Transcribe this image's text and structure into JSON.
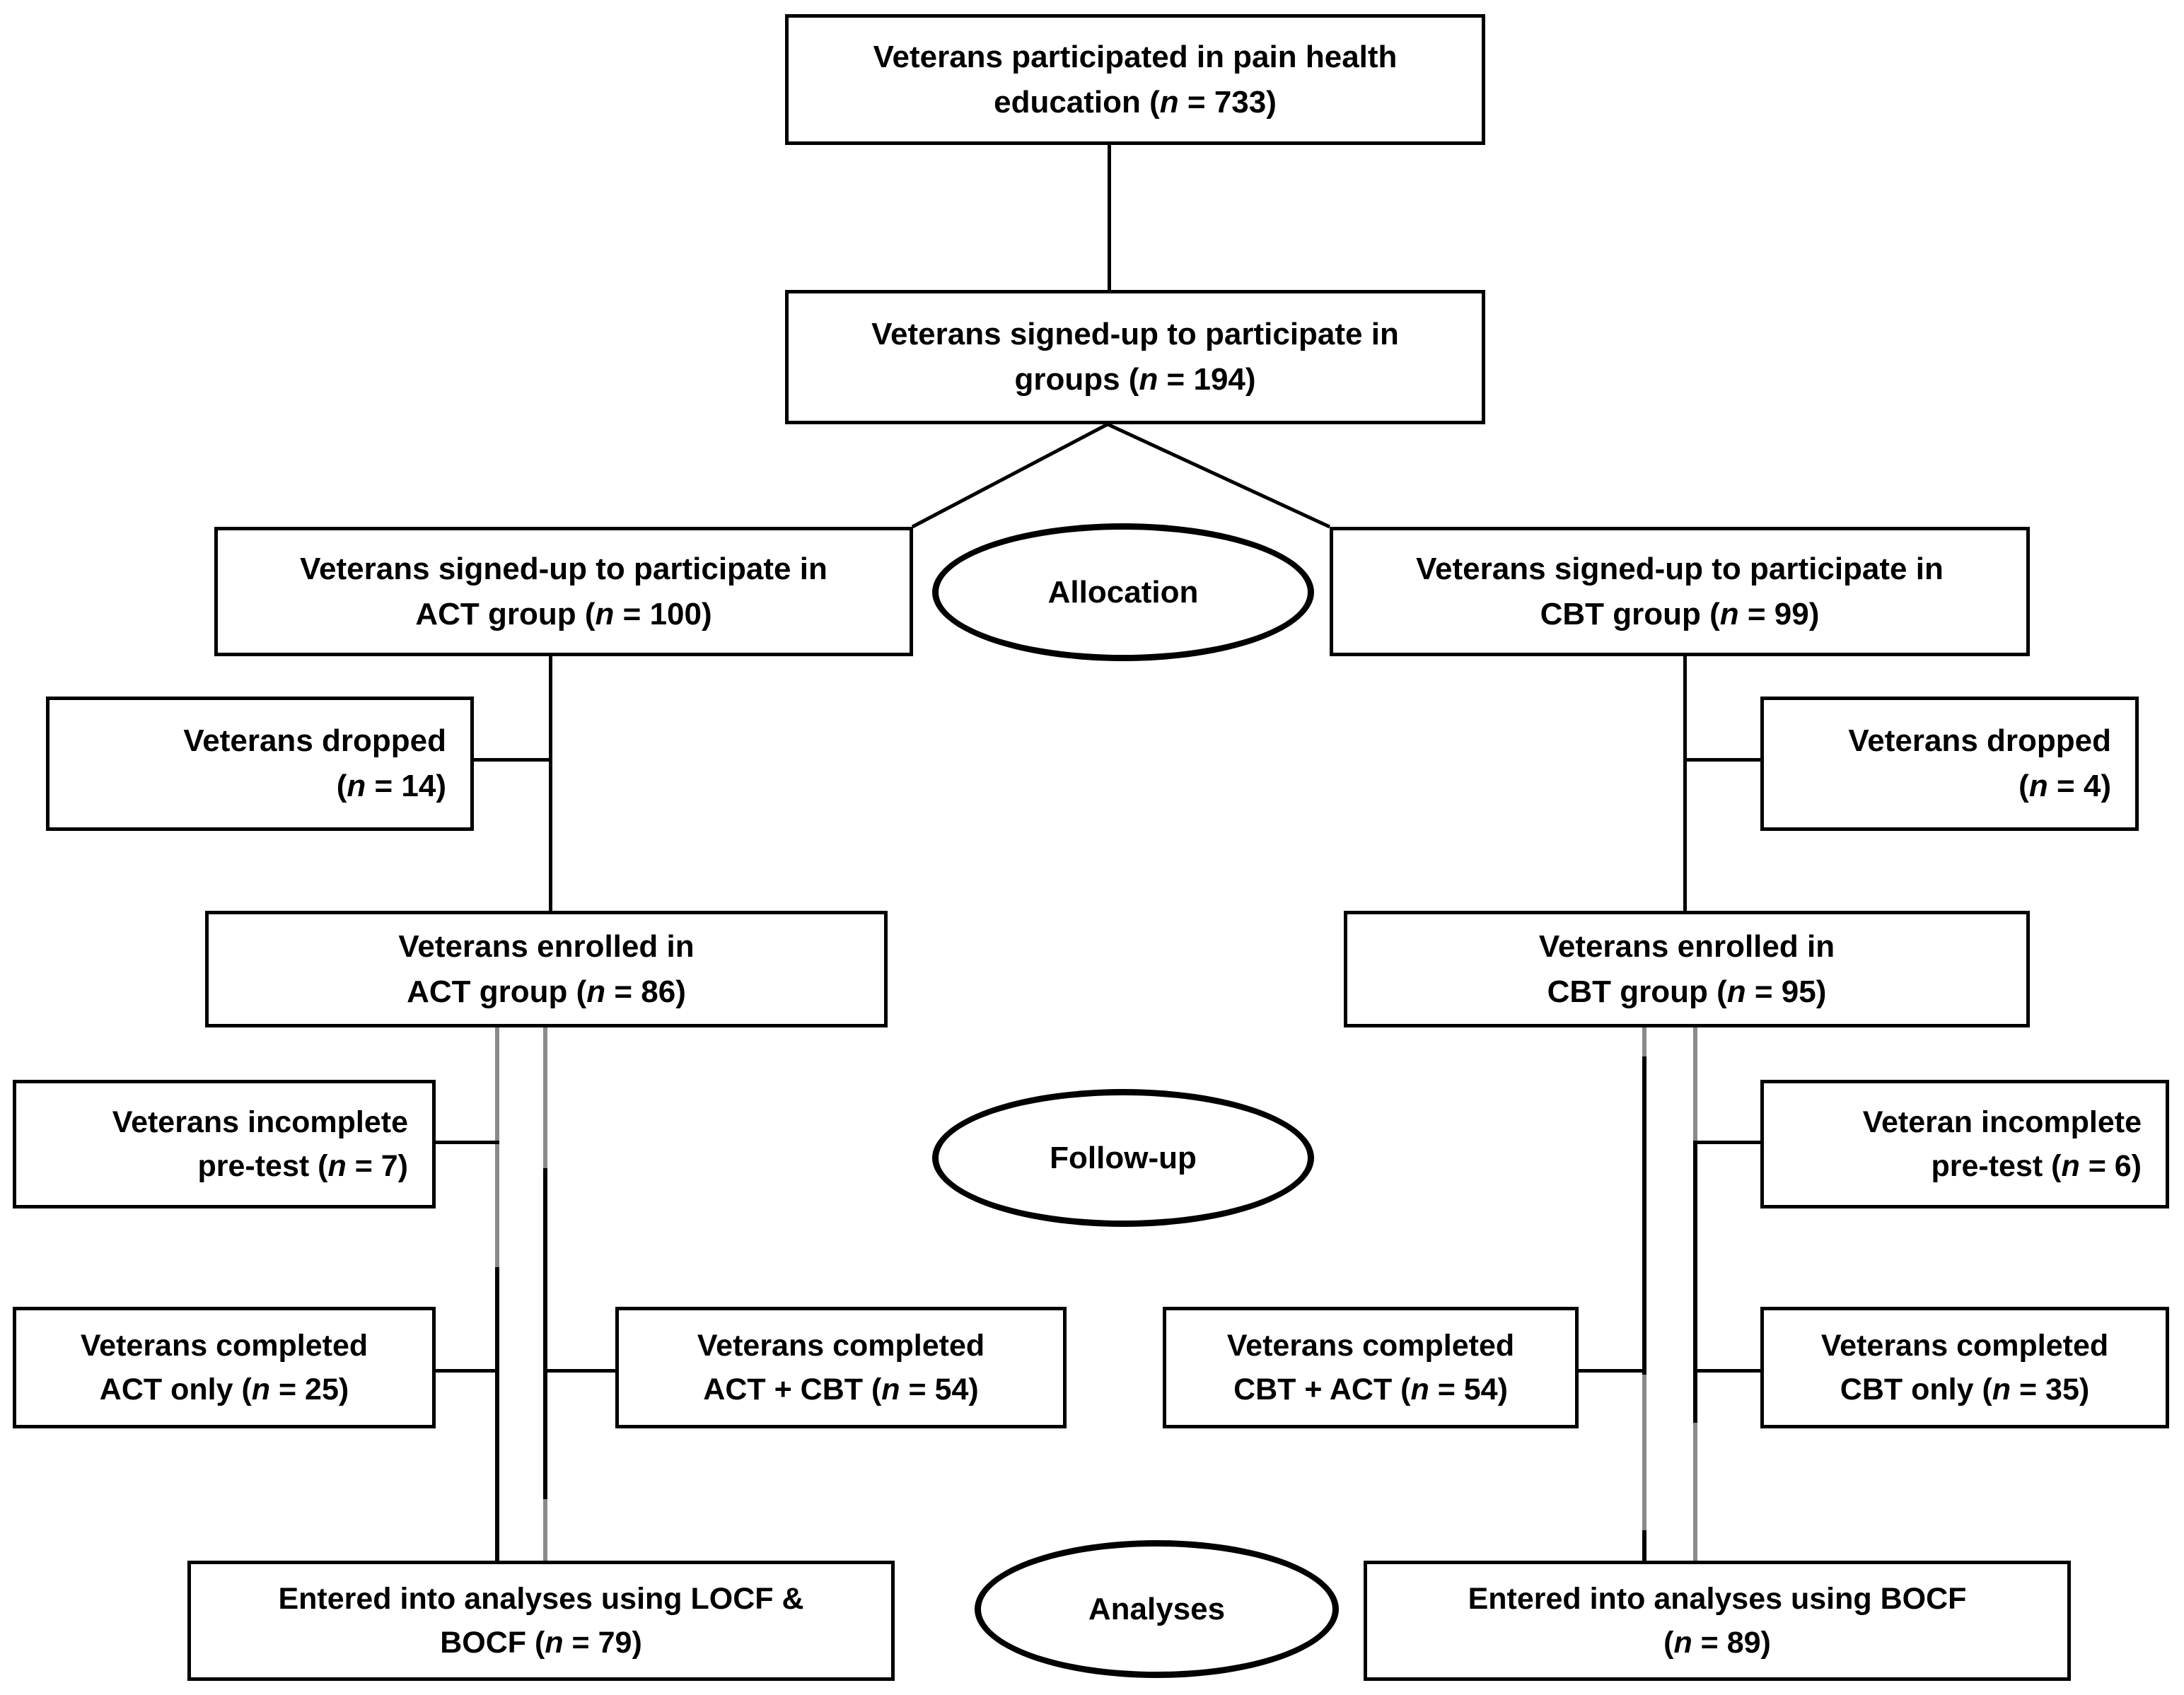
{
  "diagram": {
    "title": "CONSORT participant flow diagram",
    "font_color": "#000000",
    "line_color": "#000000",
    "secondary_line_color": "#8a8a8a",
    "background": "#ffffff"
  },
  "nodes": {
    "top": {
      "line1": "Veterans participated in pain health",
      "line2_pre": "education (",
      "line2_n": "n",
      "line2_post": " = 733)"
    },
    "signed_up": {
      "line1": "Veterans signed-up to participate in",
      "line2_pre": "groups (",
      "line2_n": "n",
      "line2_post": " = 194)"
    },
    "act_signup": {
      "line1": "Veterans signed-up to participate in",
      "line2_pre": "ACT group (",
      "line2_n": "n",
      "line2_post": " = 100)"
    },
    "cbt_signup": {
      "line1": "Veterans signed-up to participate in",
      "line2_pre": "CBT group (",
      "line2_n": "n",
      "line2_post": " = 99)"
    },
    "act_dropped": {
      "line1": "Veterans dropped",
      "line2_pre": "(",
      "line2_n": "n",
      "line2_post": " = 14)"
    },
    "cbt_dropped": {
      "line1": "Veterans dropped",
      "line2_pre": "(",
      "line2_n": "n",
      "line2_post": " = 4)"
    },
    "act_enrolled": {
      "line1": "Veterans enrolled in",
      "line2_pre": "ACT group (",
      "line2_n": "n",
      "line2_post": " = 86)"
    },
    "cbt_enrolled": {
      "line1": "Veterans enrolled in",
      "line2_pre": "CBT group (",
      "line2_n": "n",
      "line2_post": " = 95)"
    },
    "act_incomplete": {
      "line1": "Veterans incomplete",
      "line2_pre": "pre-test (",
      "line2_n": "n",
      "line2_post": "  = 7)"
    },
    "cbt_incomplete": {
      "line1": "Veteran incomplete",
      "line2_pre": "pre-test (",
      "line2_n": "n",
      "line2_post": " = 6)"
    },
    "act_only": {
      "line1": "Veterans completed",
      "line2_pre": "ACT only (",
      "line2_n": "n",
      "line2_post": " = 25)"
    },
    "act_cbt": {
      "line1": "Veterans completed",
      "line2_pre": "ACT + CBT (",
      "line2_n": "n",
      "line2_post": " = 54)"
    },
    "cbt_act": {
      "line1": "Veterans completed",
      "line2_pre": "CBT + ACT (",
      "line2_n": "n",
      "line2_post": " = 54)"
    },
    "cbt_only": {
      "line1": "Veterans completed",
      "line2_pre": "CBT only (",
      "line2_n": "n",
      "line2_post": " = 35)"
    },
    "act_analyses": {
      "line1": "Entered into analyses using LOCF &",
      "line2_pre": "BOCF (",
      "line2_n": "n",
      "line2_post": " = 79)"
    },
    "cbt_analyses": {
      "line1": "Entered into analyses using BOCF",
      "line2_pre": "(",
      "line2_n": "n",
      "line2_post": " = 89)"
    }
  },
  "stages": {
    "allocation": "Allocation",
    "followup": "Follow-up",
    "analyses": "Analyses"
  },
  "chart_data": {
    "type": "diagram",
    "title": "CONSORT participant flow diagram",
    "stages": [
      "Allocation",
      "Follow-up",
      "Analyses"
    ],
    "counts": {
      "participated_pain_health_education": 733,
      "signed_up_groups": 194,
      "act_signed_up": 100,
      "cbt_signed_up": 99,
      "act_dropped": 14,
      "cbt_dropped": 4,
      "act_enrolled": 86,
      "cbt_enrolled": 95,
      "act_incomplete_pretest": 7,
      "cbt_incomplete_pretest": 6,
      "act_only_completed": 25,
      "act_plus_cbt_completed": 54,
      "cbt_plus_act_completed": 54,
      "cbt_only_completed": 35,
      "act_analysed_locf_bocf": 79,
      "cbt_analysed_bocf": 89
    }
  }
}
